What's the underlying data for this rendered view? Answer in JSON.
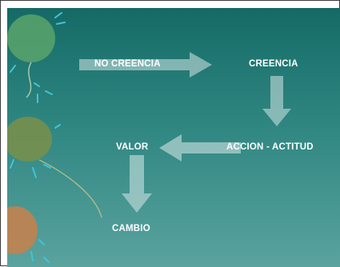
{
  "diagram": {
    "nodes": {
      "no_creencia": "NO CREENCIA",
      "creencia": "CREENCIA",
      "valor": "VALOR",
      "accion_actitud": "ACCION - ACTITUD",
      "cambio": "CAMBIO"
    },
    "flow": [
      [
        "NO CREENCIA",
        "CREENCIA"
      ],
      [
        "CREENCIA",
        "ACCION - ACTITUD"
      ],
      [
        "ACCION - ACTITUD",
        "VALOR"
      ],
      [
        "VALOR",
        "CAMBIO"
      ]
    ]
  },
  "colors": {
    "background_top": "#156a66",
    "background_bottom": "#5aa39f",
    "arrow": "#b8d6d4",
    "text": "#ffffff",
    "balloon_green": "#5ea86a",
    "balloon_olive": "#7a8f4a",
    "balloon_orange": "#c9804a",
    "ray_accent": "#40c4d6"
  }
}
